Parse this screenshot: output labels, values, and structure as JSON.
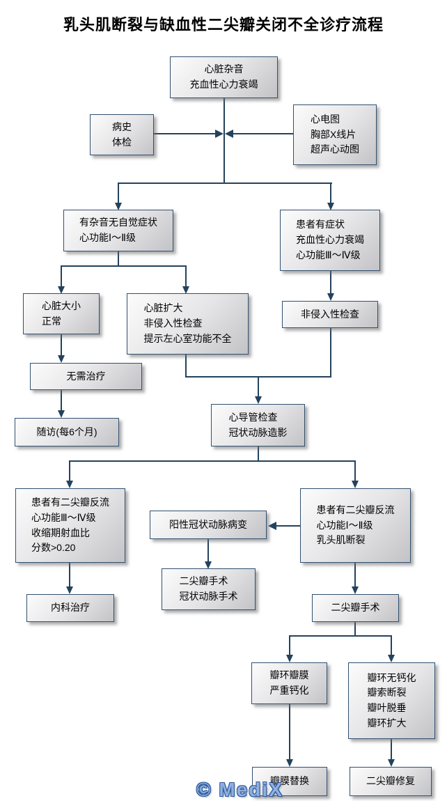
{
  "title": "乳头肌断裂与缺血性二尖瓣关闭不全诊疗流程",
  "watermark": "© MediX",
  "colors": {
    "background": "#ffffff",
    "connector_line": "#24425c",
    "box_border": "#31506f",
    "box_fill_light": "#fcfcfc",
    "box_fill_dark": "#c3c3c7",
    "text": "#000000",
    "watermark_fill": "#8fb0e0",
    "watermark_outline": "#2d5a9e"
  },
  "nodes": {
    "murmur": "心脏杂音\n充血性心力衰竭",
    "history_exam": "病史\n体检",
    "ecg_tests": "心电图\n胸部X线片\n超声心动图",
    "asymptomatic": "有杂音无自觉症状\n心功能Ⅰ～Ⅱ级",
    "symptomatic": "患者有症状\n充血性心力衰竭\n心功能Ⅲ～Ⅳ级",
    "heart_normal": "心脏大小\n正常",
    "heart_enlarged": "心脏扩大\n非侵入性检查\n提示左心室功能不全",
    "noninvasive": "非侵入性检查",
    "no_treatment": "无需治疗",
    "followup": "随访(每6个月)",
    "catheter": "心导管检查\n冠状动脉造影",
    "mr_34": "患者有二尖瓣反流\n心功能Ⅲ～Ⅳ级\n收缩期射血比\n分数>0.20",
    "positive_cad": "阳性冠状动脉病变",
    "mr_12": "患者有二尖瓣反流\n心功能Ⅰ～Ⅱ级\n乳头肌断裂",
    "medical_treatment": "内科治疗",
    "mv_cad_surgery": "二尖瓣手术\n冠状动脉手术",
    "mv_surgery": "二尖瓣手术",
    "calcified": "瓣环瓣膜\n严重钙化",
    "not_calcified": "瓣环无钙化\n瓣索断裂\n瓣叶脱垂\n瓣环扩大",
    "replacement": "瓣膜替换",
    "repair": "二尖瓣修复"
  },
  "edges": [
    {
      "from": "history_exam",
      "to": "murmur"
    },
    {
      "from": "ecg_tests",
      "to": "murmur"
    },
    {
      "from": "murmur",
      "to": "asymptomatic"
    },
    {
      "from": "murmur",
      "to": "symptomatic"
    },
    {
      "from": "asymptomatic",
      "to": "heart_normal"
    },
    {
      "from": "asymptomatic",
      "to": "heart_enlarged"
    },
    {
      "from": "symptomatic",
      "to": "noninvasive"
    },
    {
      "from": "heart_normal",
      "to": "no_treatment"
    },
    {
      "from": "no_treatment",
      "to": "followup"
    },
    {
      "from": "heart_enlarged",
      "to": "catheter"
    },
    {
      "from": "noninvasive",
      "to": "catheter"
    },
    {
      "from": "catheter",
      "to": "mr_34"
    },
    {
      "from": "catheter",
      "to": "mr_12"
    },
    {
      "from": "mr_12",
      "to": "positive_cad"
    },
    {
      "from": "positive_cad",
      "to": "mv_cad_surgery"
    },
    {
      "from": "mr_34",
      "to": "medical_treatment"
    },
    {
      "from": "mr_12",
      "to": "mv_surgery"
    },
    {
      "from": "mv_surgery",
      "to": "calcified"
    },
    {
      "from": "mv_surgery",
      "to": "not_calcified"
    },
    {
      "from": "calcified",
      "to": "replacement"
    },
    {
      "from": "not_calcified",
      "to": "repair"
    }
  ]
}
